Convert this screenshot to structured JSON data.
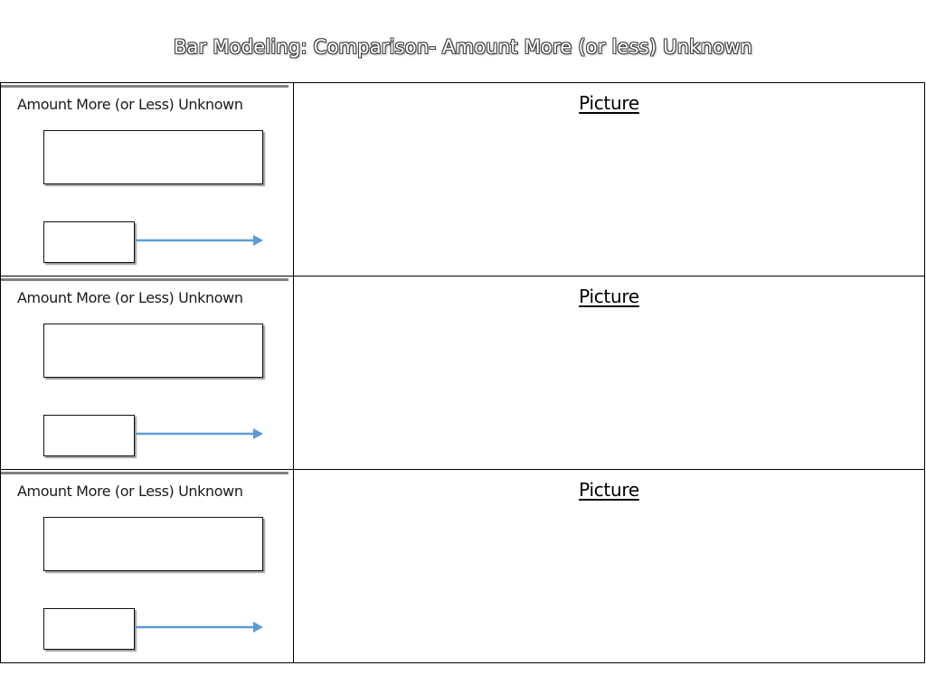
{
  "title": "Bar Modeling:  Comparison- Amount More (or less) Unknown",
  "rows": [
    {
      "model_label": "Amount More (or Less) Unknown",
      "picture_label": "Picture"
    },
    {
      "model_label": "Amount More (or Less) Unknown",
      "picture_label": "Picture"
    },
    {
      "model_label": "Amount More (or Less) Unknown",
      "picture_label": "Picture"
    }
  ],
  "colors": {
    "arrow": "#5b9bd5",
    "rule": "#808080",
    "border": "#000000"
  }
}
